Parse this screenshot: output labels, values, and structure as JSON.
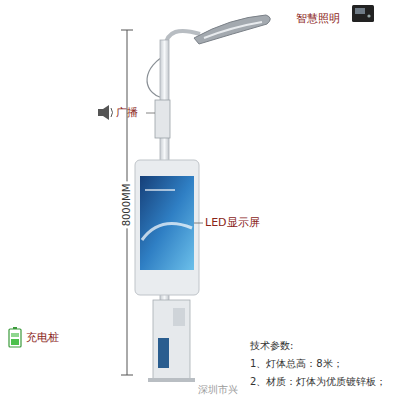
{
  "diagram": {
    "labels": [
      "智慧照明",
      "广播",
      "8000MM",
      "LED显示屏",
      "充电桩",
      "技术参数:",
      "1、灯体总高：8米；",
      "2、材质：灯体为优质镀锌板；",
      "深圳市兴"
    ]
  }
}
